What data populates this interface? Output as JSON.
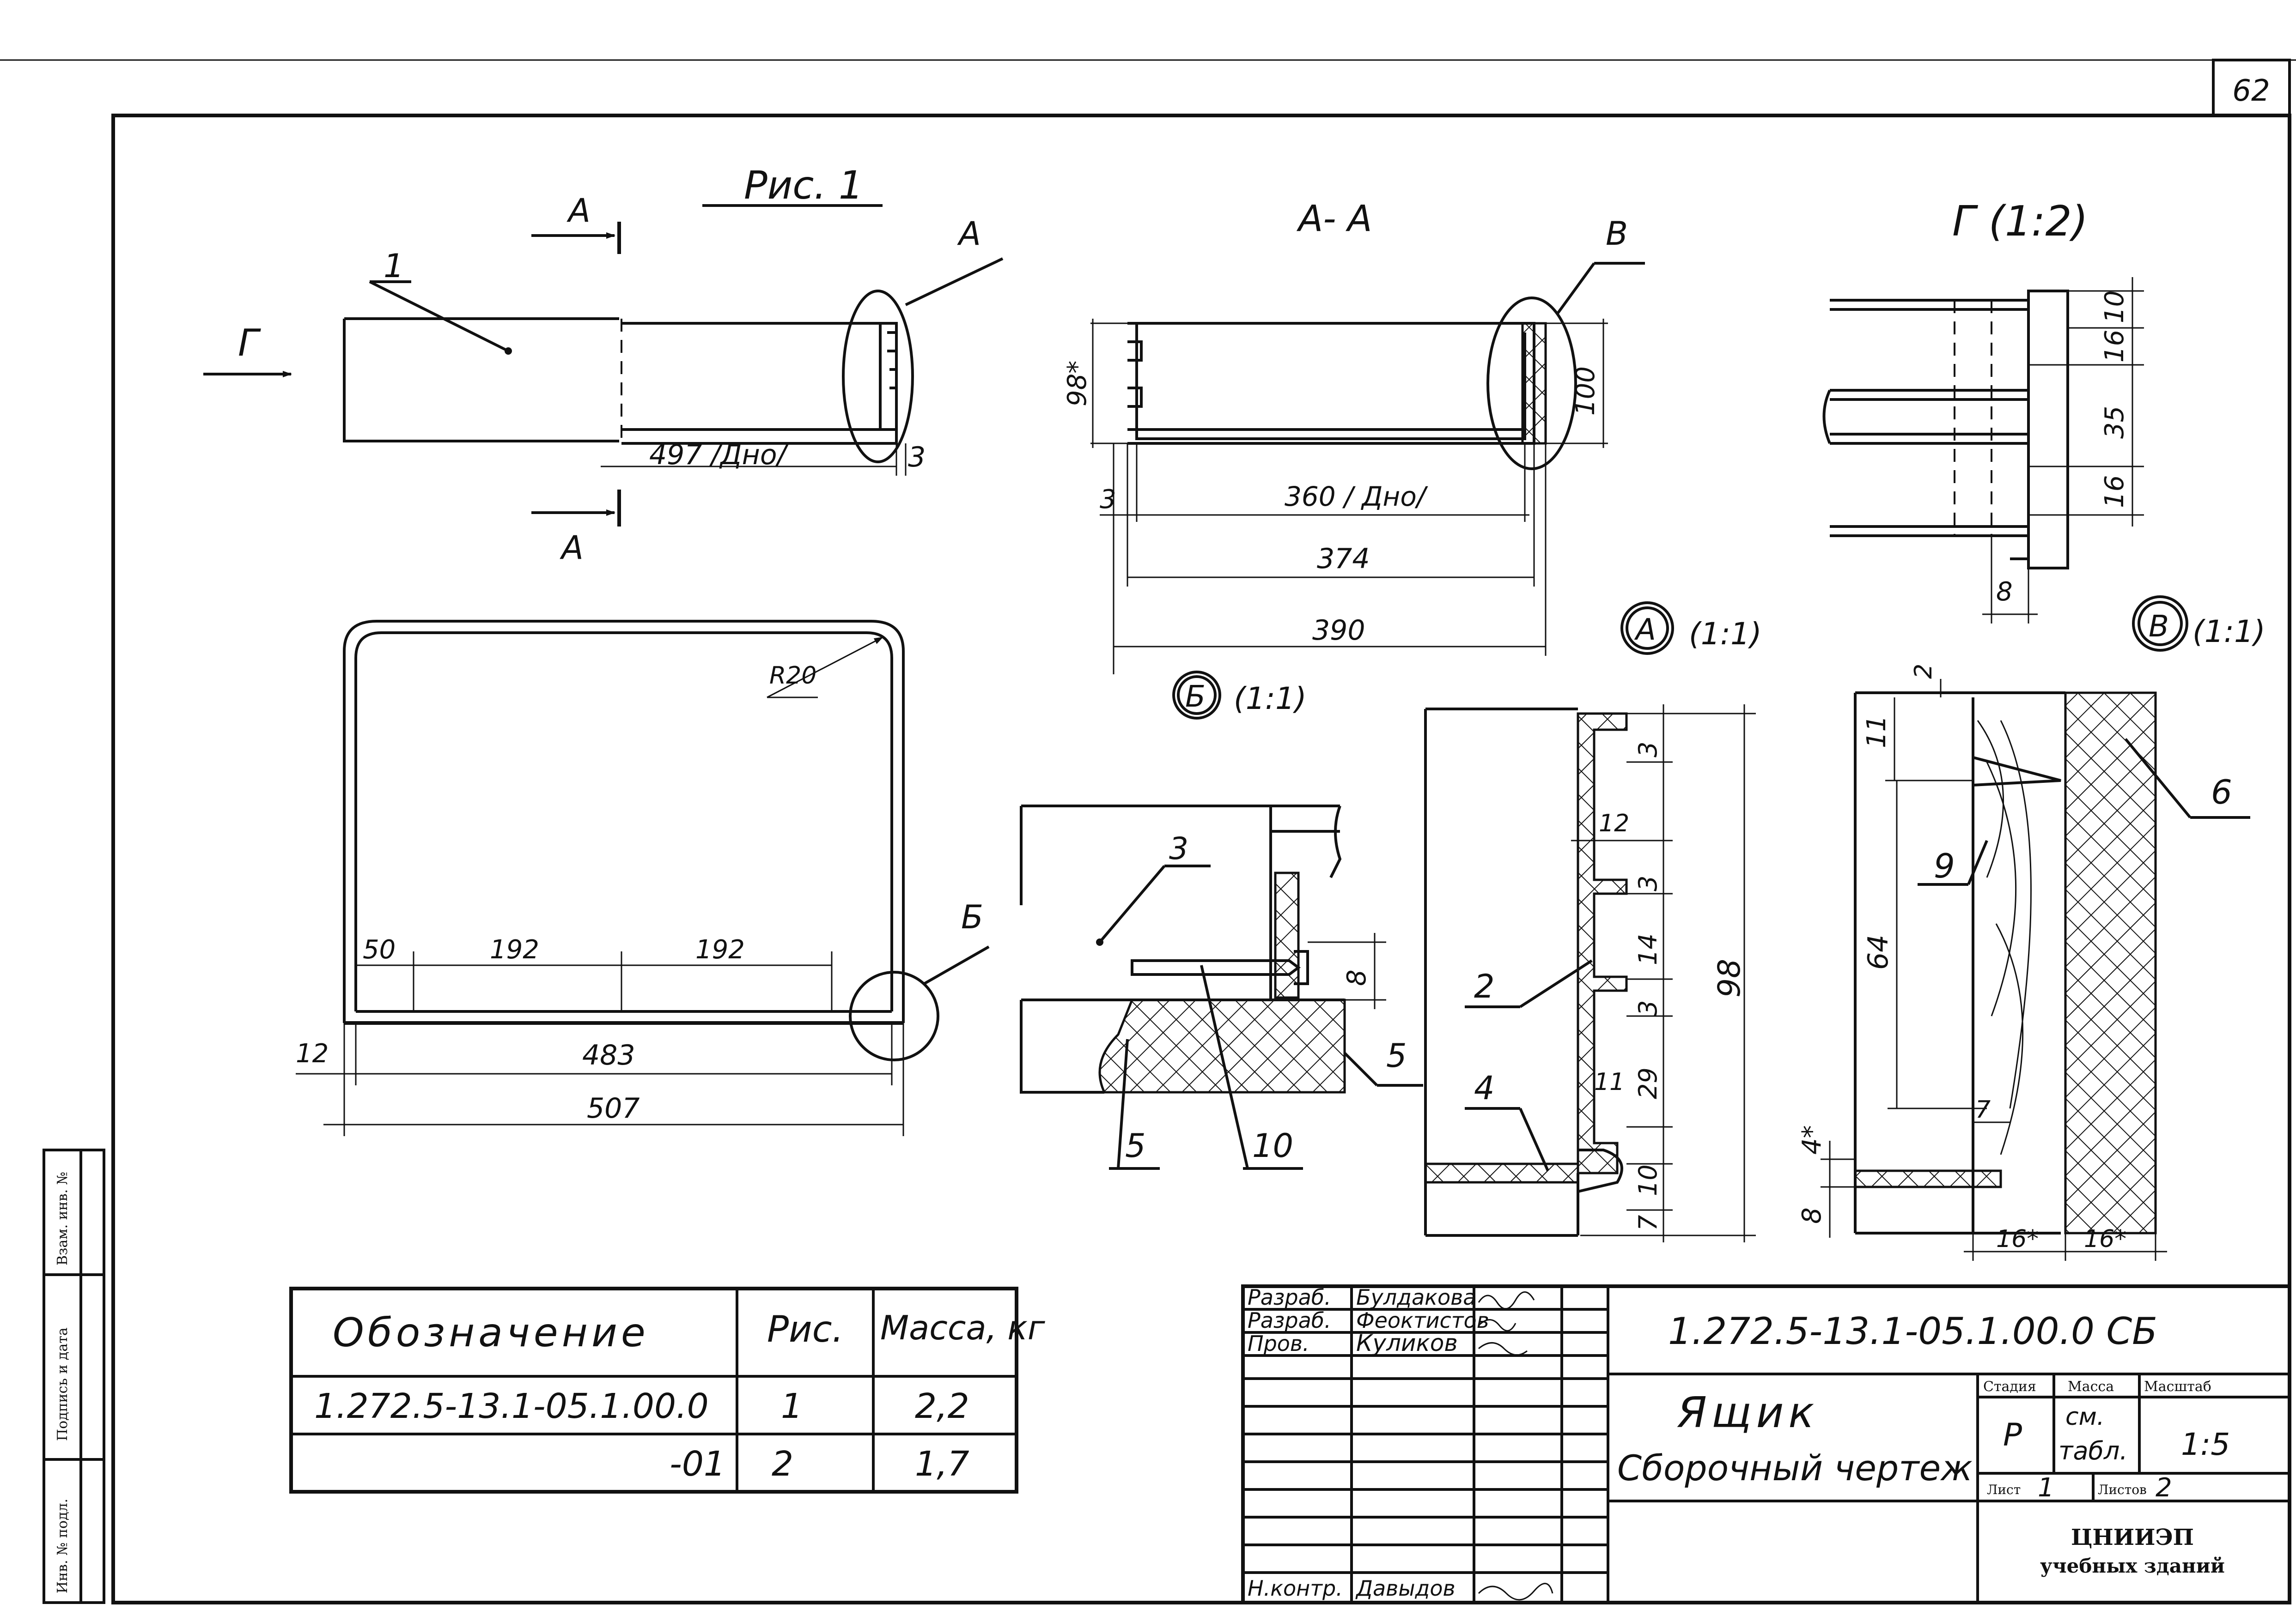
{
  "sheet": {
    "page_number": "62"
  },
  "views": {
    "fig1": {
      "title": "Рис. 1",
      "section_letter_top": "А",
      "section_letter_bottom": "А",
      "view_letter": "Г",
      "callout_A": "А",
      "callout_B": "Б",
      "leader_1": "1",
      "dim_497": "497 /Дно/",
      "dim_3": "3",
      "dim_R20": "R20",
      "dim_50": "50",
      "dim_192a": "192",
      "dim_192b": "192",
      "dim_12": "12",
      "dim_483": "483",
      "dim_507": "507"
    },
    "sectionAA": {
      "title": "А- А",
      "callout_V": "В",
      "dim_98star": "98*",
      "dim_100": "100",
      "dim_3": "3",
      "dim_360": "360 / Дно/",
      "dim_374": "374",
      "dim_390": "390"
    },
    "viewG": {
      "title": "Г (1:2)",
      "dim_10": "10",
      "dim_16a": "16",
      "dim_35": "35",
      "dim_16b": "16",
      "dim_8": "8"
    },
    "detailB": {
      "letter": "Б",
      "scale": "(1:1)",
      "leader_3": "3",
      "leader_5a": "5",
      "leader_5b": "5",
      "leader_10": "10",
      "dim_8": "8"
    },
    "detailA": {
      "letter": "А",
      "scale": "(1:1)",
      "dim_3a": "3",
      "dim_12": "12",
      "dim_3b": "3",
      "dim_14": "14",
      "dim_3c": "3",
      "dim_98": "98",
      "dim_29": "29",
      "dim_11": "11",
      "dim_10": "10",
      "dim_7": "7",
      "leader_2": "2",
      "leader_4": "4"
    },
    "detailV": {
      "letter": "В",
      "scale": "(1:1)",
      "dim_2": "2",
      "dim_11": "11",
      "dim_64": "64",
      "dim_4star": "4*",
      "dim_8": "8",
      "dim_16star_a": "16*",
      "dim_16star_b": "16*",
      "dim_7": "7",
      "leader_6": "6",
      "leader_9": "9"
    }
  },
  "spec_table": {
    "headers": [
      "Обозначение",
      "Рис.",
      "Масса, кг"
    ],
    "rows": [
      [
        "1.272.5-13.1-05.1.00.0",
        "1",
        "2,2"
      ],
      [
        "-01",
        "2",
        "1,7"
      ]
    ]
  },
  "side_stamp": {
    "labels": [
      "Взам. инв. №",
      "Подпись и дата",
      "Инв. № подл."
    ]
  },
  "title_block": {
    "roles": [
      "Разраб.",
      "Разраб.",
      "Пров.",
      "Н.контр."
    ],
    "names": [
      "Булдакова",
      "Феоктистов",
      "Куликов",
      "Давыдов"
    ],
    "designation": "1.272.5-13.1-05.1.00.0 СБ",
    "name_line1": "Ящик",
    "name_line2": "Сборочный чертеж",
    "stage_header": "Стадия",
    "mass_header": "Масса",
    "scale_header": "Масштаб",
    "stage_value": "Р",
    "mass_value_1": "см.",
    "mass_value_2": "табл.",
    "scale_value": "1:5",
    "sheet_label": "Лист",
    "sheet_value": "1",
    "sheets_label": "Листов",
    "sheets_value": "2",
    "org_line1": "ЦНИИЭП",
    "org_line2": "учебных зданий"
  }
}
